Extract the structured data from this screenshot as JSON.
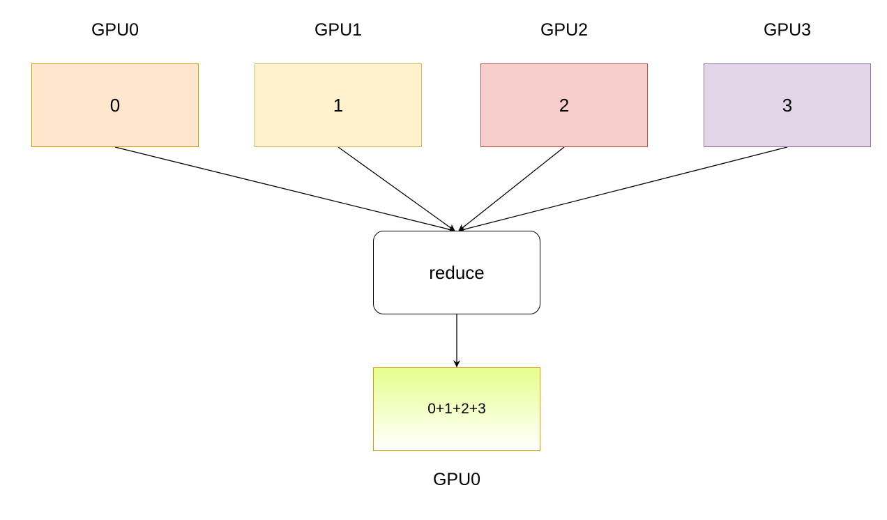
{
  "gpus": [
    {
      "label": "GPU0",
      "value": "0",
      "fill": "#ffe6cc",
      "stroke": "#d79b00"
    },
    {
      "label": "GPU1",
      "value": "1",
      "fill": "#fff2cc",
      "stroke": "#d6b656"
    },
    {
      "label": "GPU2",
      "value": "2",
      "fill": "#f8cecc",
      "stroke": "#b85450"
    },
    {
      "label": "GPU3",
      "value": "3",
      "fill": "#e1d5e7",
      "stroke": "#9673a6"
    }
  ],
  "reduce": {
    "label": "reduce"
  },
  "result": {
    "value": "0+1+2+3",
    "label": "GPU0",
    "stroke": "#d79b00",
    "gradient_top": "#e6ff8c"
  }
}
